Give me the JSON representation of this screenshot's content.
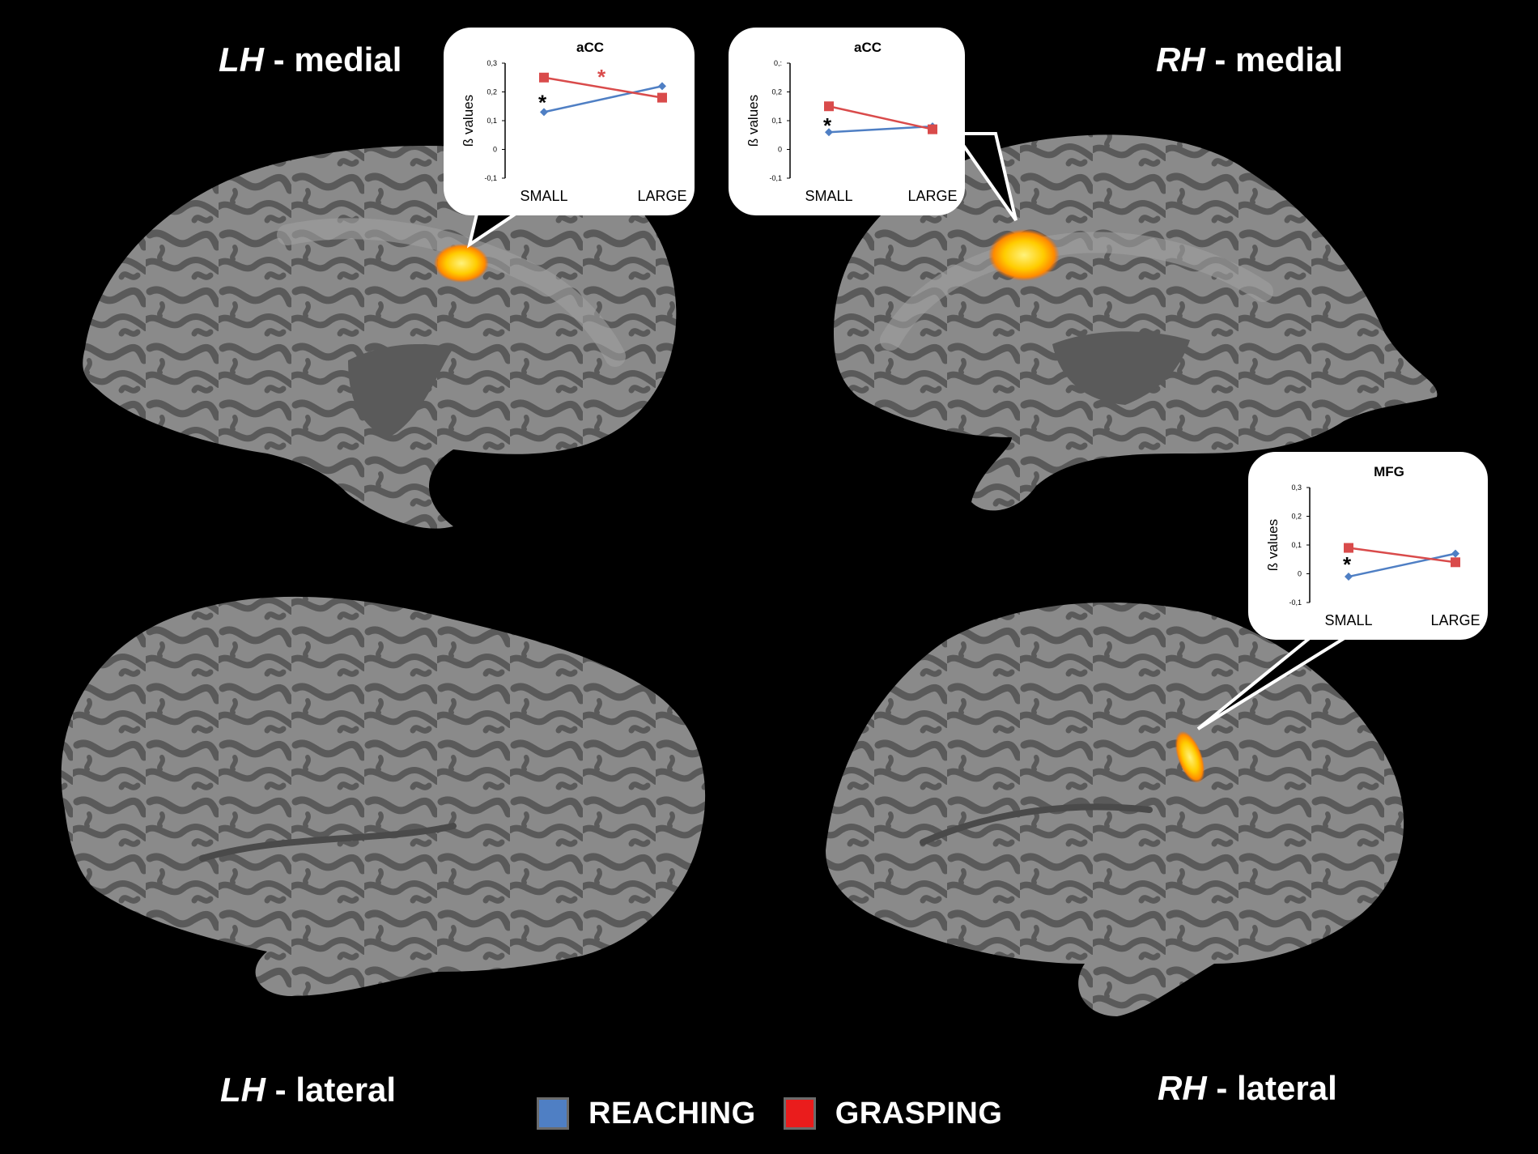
{
  "labels": {
    "lh_medial": {
      "hemi": "LH",
      "view": " - medial"
    },
    "rh_medial": {
      "hemi": "RH",
      "view": " - medial"
    },
    "lh_lateral": {
      "hemi": "LH",
      "view": " - lateral"
    },
    "rh_lateral": {
      "hemi": "RH",
      "view": " - lateral"
    }
  },
  "legend": {
    "reaching": "REACHING",
    "grasping": "GRASPING"
  },
  "colors": {
    "reaching": "#4f7fc4",
    "grasping": "#d94b4b",
    "sulcus": "#555555",
    "gyrus": "#8a8a8a",
    "activation": "#ffb000"
  },
  "chart_data": [
    {
      "type": "line",
      "title": "aCC",
      "ylabel": "ß values",
      "categories": [
        "SMALL",
        "LARGE"
      ],
      "yticks": [
        "0,3",
        "0,2",
        "0,1",
        "0",
        "-0,1"
      ],
      "ylim": [
        -0.1,
        0.3
      ],
      "series": [
        {
          "key": "reaching",
          "values": [
            0.13,
            0.22
          ]
        },
        {
          "key": "grasping",
          "values": [
            0.25,
            0.18
          ]
        }
      ],
      "annotations": [
        {
          "text": "*",
          "category": "SMALL",
          "y": 0.16,
          "color": "#ffffff"
        },
        {
          "text": "*",
          "category": "MID",
          "y": 0.25,
          "color": "#d94b4b"
        }
      ]
    },
    {
      "type": "line",
      "title": "aCC",
      "ylabel": "ß values",
      "categories": [
        "SMALL",
        "LARGE"
      ],
      "yticks": [
        "0,:",
        "0,2",
        "0,1",
        "0",
        "-0,1"
      ],
      "ylim": [
        -0.1,
        0.3
      ],
      "series": [
        {
          "key": "reaching",
          "values": [
            0.06,
            0.08
          ]
        },
        {
          "key": "grasping",
          "values": [
            0.15,
            0.07
          ]
        }
      ],
      "annotations": [
        {
          "text": "*",
          "category": "SMALL",
          "y": 0.08,
          "color": "#ffffff"
        }
      ]
    },
    {
      "type": "line",
      "title": "MFG",
      "ylabel": "ß values",
      "categories": [
        "SMALL",
        "LARGE"
      ],
      "yticks": [
        "0,3",
        "0,2",
        "0,1",
        "0",
        "-0,1"
      ],
      "ylim": [
        -0.1,
        0.3
      ],
      "series": [
        {
          "key": "reaching",
          "values": [
            -0.01,
            0.07
          ]
        },
        {
          "key": "grasping",
          "values": [
            0.09,
            0.04
          ]
        }
      ],
      "annotations": [
        {
          "text": "*",
          "category": "SMALL",
          "y": 0.03,
          "color": "#ffffff"
        }
      ]
    }
  ]
}
